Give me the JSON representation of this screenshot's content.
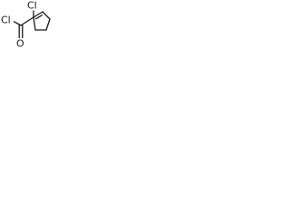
{
  "molecule": {
    "atoms": [
      {
        "id": "cl_acyl",
        "label": "Cl"
      },
      {
        "id": "o_carbonyl",
        "label": "O"
      },
      {
        "id": "cl_ring",
        "label": "Cl"
      }
    ]
  }
}
